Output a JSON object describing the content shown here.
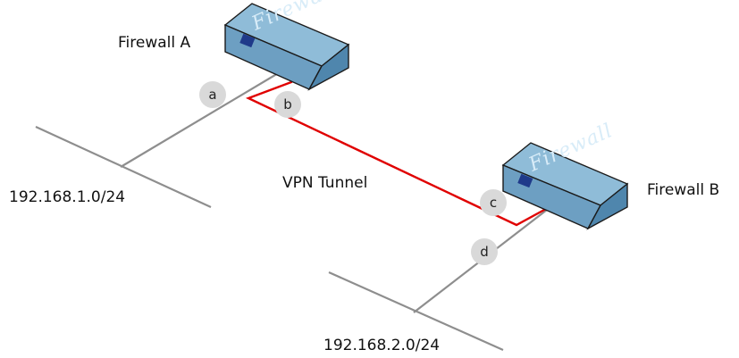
{
  "diagram": {
    "firewall_a": {
      "label": "Firewall A",
      "brand": "Firewall"
    },
    "firewall_b": {
      "label": "Firewall B",
      "brand": "Firewall"
    },
    "networks": {
      "subnet_a": "192.168.1.0/24",
      "subnet_b": "192.168.2.0/24"
    },
    "tunnel": {
      "label": "VPN Tunnel",
      "color": "#e00000"
    },
    "markers": {
      "a": "a",
      "b": "b",
      "c": "c",
      "d": "d"
    },
    "colors": {
      "firewall_body": "#6d9fc2",
      "firewall_top": "#8fbcd8",
      "firewall_port": "#1f3a8a",
      "network_line": "#8e8e8e",
      "marker_fill": "#d9d9d9"
    }
  }
}
